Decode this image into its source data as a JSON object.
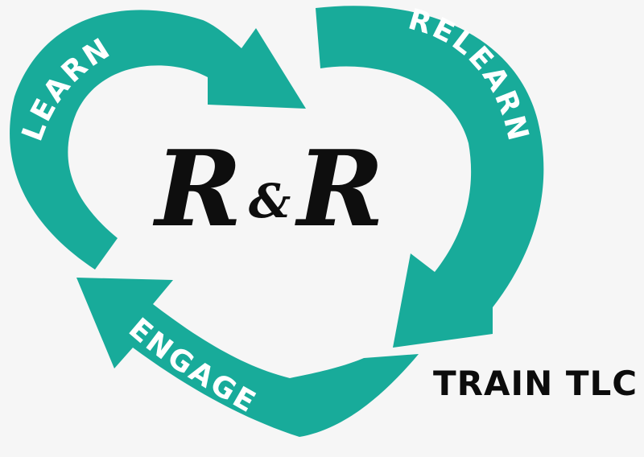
{
  "brand": {
    "monogram_left": "R",
    "monogram_amp": "&",
    "monogram_right": "R",
    "tagline": "TRAIN TLC",
    "accent_color": "#18ab9a",
    "text_color": "#0e0e0e"
  },
  "cycle": {
    "steps": [
      "LEARN",
      "RELEARN",
      "ENGAGE"
    ]
  }
}
